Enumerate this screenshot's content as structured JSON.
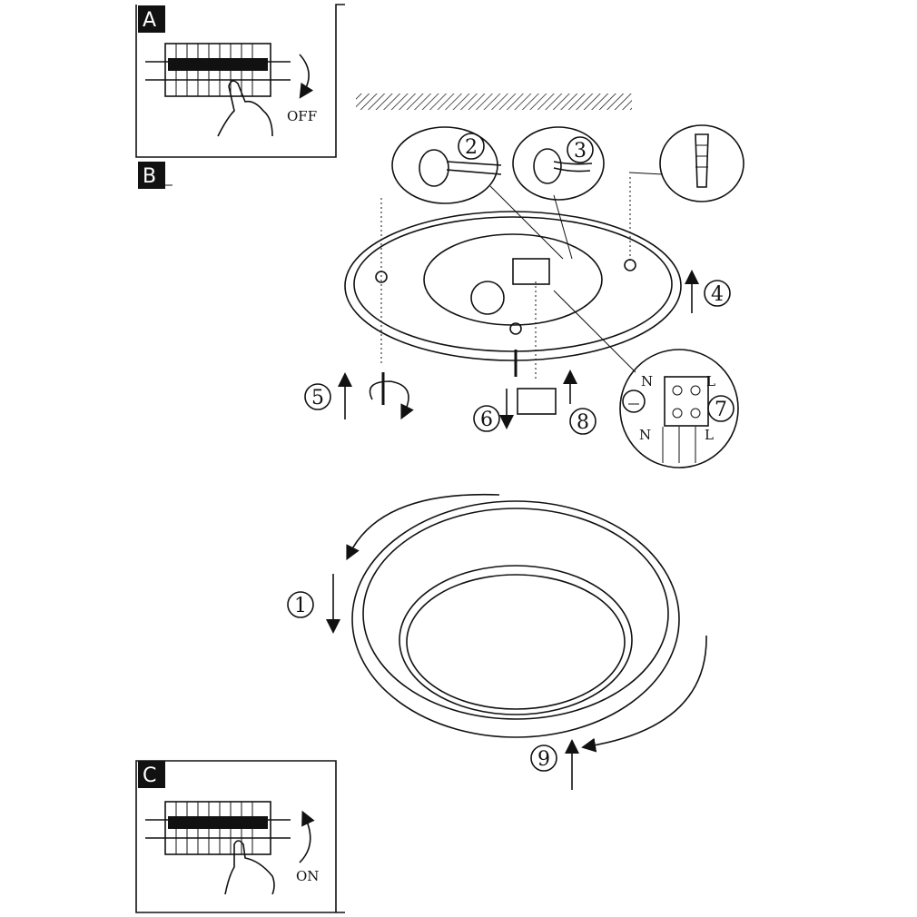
{
  "panels": [
    {
      "id": "A",
      "switch_label": "OFF"
    },
    {
      "id": "B"
    },
    {
      "id": "C",
      "switch_label": "ON"
    }
  ],
  "steps": [
    "1",
    "2",
    "3",
    "4",
    "5",
    "6",
    "7",
    "8",
    "9"
  ],
  "terminal": {
    "top_left": "N",
    "top_right": "L",
    "bottom_left": "N",
    "bottom_right": "L"
  },
  "colors": {
    "line": "#111111",
    "label_bg": "#111111"
  }
}
